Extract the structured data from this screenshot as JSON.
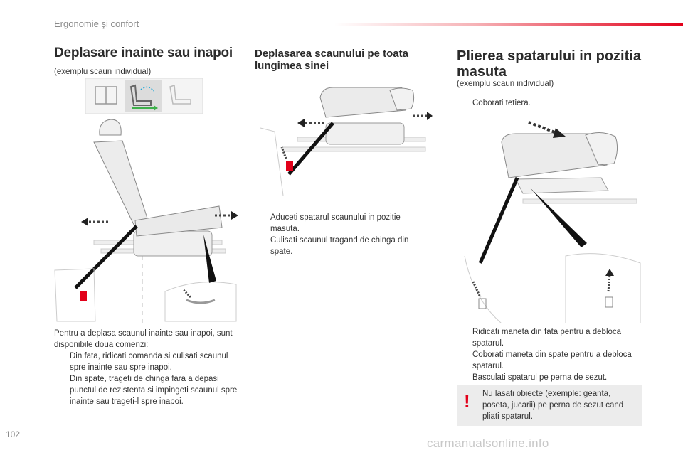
{
  "header": {
    "section": "Ergonomie şi confort"
  },
  "col1": {
    "title": "Deplasare inainte sau inapoi",
    "subtitle": "(exemplu scaun individual)",
    "intro": "Pentru a deplasa scaunul inainte sau inapoi, sunt disponibile doua comenzi:",
    "bullets": [
      "Din fata, ridicati comanda si culisati scaunul spre inainte sau spre inapoi.",
      "Din spate, trageti de chinga fara a depasi punctul de rezistenta si impingeti scaunul spre inainte sau trageti-l spre inapoi."
    ]
  },
  "col2": {
    "title": "Deplasarea scaunului pe toata lungimea sinei",
    "bullets": [
      "Aduceti spatarul scaunului in pozitie masuta.",
      "Culisati scaunul tragand de chinga din spate."
    ]
  },
  "col3": {
    "title": "Plierea spatarului in pozitia masuta",
    "subtitle": "(exemplu scaun individual)",
    "bullets_top": [
      "Coborati tetiera."
    ],
    "bullets": [
      "Ridicati maneta din fata pentru a debloca spatarul.",
      "Coborati maneta din spate pentru a debloca spatarul.",
      "Basculati spatarul pe perna de sezut."
    ],
    "warning": "Nu lasati obiecte (exemple: geanta, poseta, jucarii) pe perna de sezut cand pliati spatarul."
  },
  "bullet_mark": "",
  "page_number": "102",
  "watermark": "carmanualsonline.info",
  "colors": {
    "accent": "#e2001a",
    "text": "#2b2b2b",
    "warning_bg": "#ececec"
  }
}
